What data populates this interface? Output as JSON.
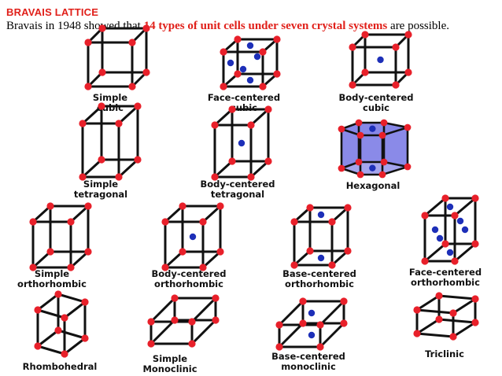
{
  "header": {
    "title": "BRAVAIS LATTICE",
    "intro_pre": "Bravais in 1948 showed that ",
    "intro_highlight": "14 types of unit cells under seven crystal systems",
    "intro_post": " are possible."
  },
  "colors": {
    "accent": "#e0201a",
    "corner_atom": "#e8202a",
    "inner_atom": "#1d2fb8",
    "hex_face": "#7f7fe6"
  },
  "lattices": [
    {
      "id": "simple-cubic",
      "caption": [
        "Simple",
        "cubic"
      ],
      "icon": "cube-lattice-icon"
    },
    {
      "id": "face-centered-cubic",
      "caption": [
        "Face-centered",
        "cubic"
      ],
      "icon": "cube-lattice-icon"
    },
    {
      "id": "body-centered-cubic",
      "caption": [
        "Body-centered",
        "cubic"
      ],
      "icon": "cube-lattice-icon"
    },
    {
      "id": "simple-tetragonal",
      "caption": [
        "Simple",
        "tetragonal"
      ],
      "icon": "prism-lattice-icon"
    },
    {
      "id": "body-centered-tetragonal",
      "caption": [
        "Body-centered",
        "tetragonal"
      ],
      "icon": "prism-lattice-icon"
    },
    {
      "id": "hexagonal",
      "caption": [
        "Hexagonal"
      ],
      "icon": "hexagonal-prism-icon"
    },
    {
      "id": "simple-orthorhombic",
      "caption": [
        "Simple",
        "orthorhombic"
      ],
      "icon": "prism-lattice-icon"
    },
    {
      "id": "body-centered-orthorhombic",
      "caption": [
        "Body-centered",
        "orthorhombic"
      ],
      "icon": "prism-lattice-icon"
    },
    {
      "id": "base-centered-orthorhombic",
      "caption": [
        "Base-centered",
        "orthorhombic"
      ],
      "icon": "prism-lattice-icon"
    },
    {
      "id": "face-centered-orthorhombic",
      "caption": [
        "Face-centered",
        "orthorhombic"
      ],
      "icon": "prism-lattice-icon"
    },
    {
      "id": "rhombohedral",
      "caption": [
        "Rhombohedral"
      ],
      "icon": "rhombohedron-icon"
    },
    {
      "id": "simple-monoclinic",
      "caption": [
        "Simple",
        "Monoclinic"
      ],
      "icon": "parallelepiped-icon"
    },
    {
      "id": "base-centered-monoclinic",
      "caption": [
        "Base-centered",
        "monoclinic"
      ],
      "icon": "parallelepiped-icon"
    },
    {
      "id": "triclinic",
      "caption": [
        "Triclinic"
      ],
      "icon": "parallelepiped-icon"
    }
  ]
}
